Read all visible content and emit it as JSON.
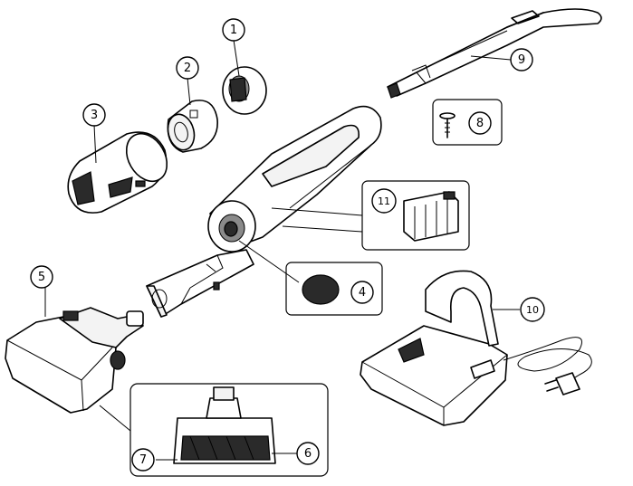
{
  "figure": {
    "kind": "exploded parts diagram"
  },
  "parts": [
    {
      "number": "1",
      "name": "filter-cap"
    },
    {
      "number": "2",
      "name": "filter-holder"
    },
    {
      "number": "3",
      "name": "dust-cup"
    },
    {
      "number": "4",
      "name": "sponge-filter"
    },
    {
      "number": "5",
      "name": "power-nozzle"
    },
    {
      "number": "6",
      "name": "brush-roll"
    },
    {
      "number": "7",
      "name": "nozzle-base"
    },
    {
      "number": "8",
      "name": "screw"
    },
    {
      "number": "9",
      "name": "handle"
    },
    {
      "number": "10",
      "name": "charging-base"
    },
    {
      "number": "11",
      "name": "battery"
    }
  ]
}
